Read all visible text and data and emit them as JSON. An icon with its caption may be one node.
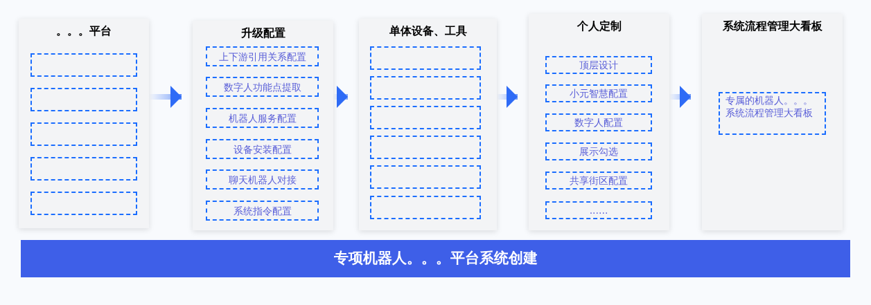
{
  "diagram": {
    "nodes": [
      {
        "text": [
          "。。。平台"
        ]
      },
      {
        "text": [],
        "shape": "box",
        "in": 0
      },
      {
        "text": [],
        "shape": "box",
        "in": 0
      },
      {
        "text": [],
        "shape": "box",
        "in": 0
      },
      {
        "text": [],
        "shape": "box",
        "in": 0
      },
      {
        "text": [],
        "shape": "box",
        "in": 0
      },
      {
        "text": [
          "升级配置"
        ]
      },
      {
        "text": [
          "上下游引用关系配置"
        ],
        "in": 6
      },
      {
        "text": [
          "数字人功能点提取"
        ],
        "in": 6
      },
      {
        "text": [
          "机器人服务配置"
        ],
        "in": 6
      },
      {
        "text": [
          "设备安装配置"
        ],
        "in": 6
      },
      {
        "text": [
          "聊天机器人对接"
        ],
        "in": 6
      },
      {
        "text": [
          "系统指令配置"
        ],
        "in": 6
      },
      {
        "text": [
          "单体设备、工具"
        ]
      },
      {
        "text": [],
        "shape": "box",
        "in": 13
      },
      {
        "text": [],
        "shape": "box",
        "in": 13
      },
      {
        "text": [],
        "shape": "box",
        "in": 13
      },
      {
        "text": [],
        "shape": "box",
        "in": 13
      },
      {
        "text": [],
        "shape": "box",
        "in": 13
      },
      {
        "text": [],
        "shape": "box",
        "in": 13
      },
      {
        "text": [
          "个人定制"
        ]
      },
      {
        "text": [
          "顶层设计"
        ],
        "in": 20
      },
      {
        "text": [
          "小元智慧配置"
        ],
        "in": 20
      },
      {
        "text": [
          "数字人配置"
        ],
        "in": 20
      },
      {
        "text": [
          "展示勾选"
        ],
        "in": 20
      },
      {
        "text": [
          "共享街区配置"
        ],
        "in": 20
      },
      {
        "text": [
          "......"
        ],
        "in": 20
      },
      {
        "text": [
          "系统流程管理大看板"
        ]
      },
      {
        "text": [
          "专属的机器人。。。系统流程管理大看板"
        ],
        "in": 27
      },
      {
        "text": [
          "专项机器人。。。平台系统创建"
        ]
      }
    ],
    "edges": [
      {
        "from": 0,
        "to": 6,
        "arrow": "to"
      },
      {
        "from": 6,
        "to": 13,
        "arrow": "to"
      },
      {
        "from": 13,
        "to": 20,
        "arrow": "to"
      },
      {
        "from": 20,
        "to": 27,
        "arrow": "to"
      }
    ]
  }
}
